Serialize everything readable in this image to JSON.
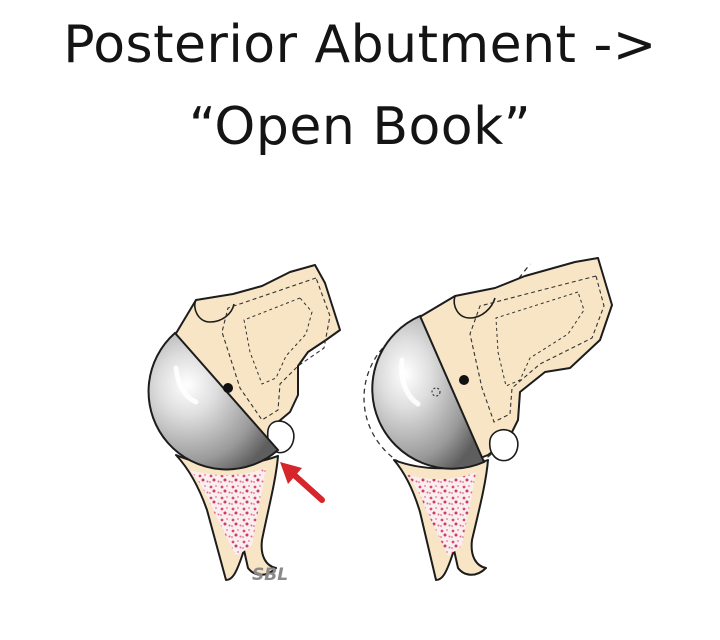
{
  "slide": {
    "title_line1": "Posterior Abutment ->",
    "title_line2": "“Open Book”"
  },
  "figure": {
    "left_panel": {
      "arrow_color": "#d6252b"
    },
    "right_panel": {},
    "signature": "SBL",
    "colors": {
      "bone": "#f7e5c5",
      "cancellous": "#d95070",
      "head_gray": "#9b9b9b"
    }
  }
}
